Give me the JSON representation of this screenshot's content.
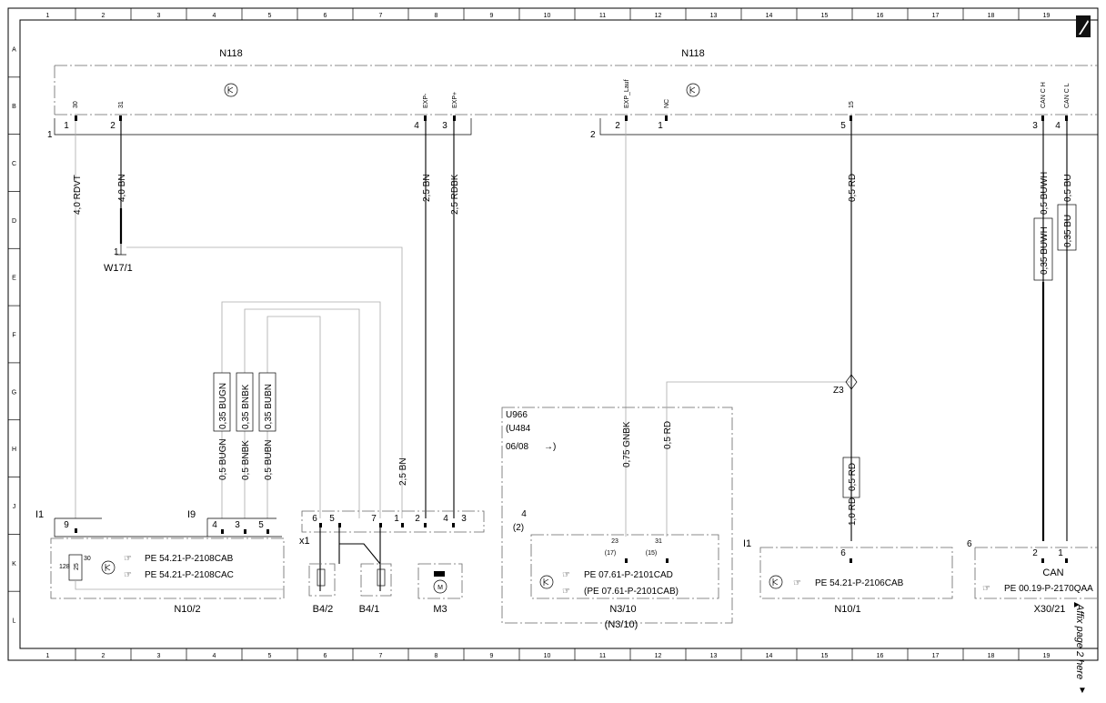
{
  "grid": {
    "columns": [
      "1",
      "2",
      "3",
      "4",
      "5",
      "6",
      "7",
      "8",
      "9",
      "10",
      "11",
      "12",
      "13",
      "14",
      "15",
      "16",
      "17",
      "18",
      "19"
    ],
    "rows": [
      "A",
      "B",
      "C",
      "D",
      "E",
      "F",
      "G",
      "H",
      "J",
      "K",
      "L"
    ]
  },
  "modules": {
    "n118_left": "N118",
    "n118_right": "N118",
    "connector_left": "1",
    "connector_right": "2"
  },
  "pins_left": [
    {
      "num": "1",
      "sig": "30"
    },
    {
      "num": "2",
      "sig": "31"
    },
    {
      "num": "4",
      "sig": "EXP-"
    },
    {
      "num": "3",
      "sig": "EXP+"
    }
  ],
  "pins_right": [
    {
      "num": "2",
      "sig": "EXP_Lauf"
    },
    {
      "num": "1",
      "sig": "NC"
    },
    {
      "num": "5",
      "sig": "15"
    },
    {
      "num": "3",
      "sig": "CAN C H"
    },
    {
      "num": "4",
      "sig": "CAN C L"
    }
  ],
  "wires": {
    "w1": "4,0 RDVT",
    "w2": "4,0 BN",
    "w3": "2,5 BN",
    "w4": "2,5 RDBK",
    "w5": "0,5 RD",
    "w6": "0,5 BUWH",
    "w7": "0,5 BU",
    "w8": "0,35 BUWH",
    "w9": "0,35 BU",
    "g1": "0,35 BUGN",
    "g2": "0,35 BNBK",
    "g3": "0,35 BUBN",
    "h1": "0,5 BUGN",
    "h2": "0,5 BNBK",
    "h3": "0,5 BUBN",
    "j1": "2,5 BN",
    "h4": "0,75 GNBK",
    "h5": "0,5 RD",
    "j5": "0,5 RD",
    "j6": "1,0 RD"
  },
  "ground": {
    "pin": "1",
    "label": "W17/1"
  },
  "splice": "Z3",
  "u966": {
    "line1": "U966",
    "line2": "(U484",
    "line3": "06/08",
    "line4": "→)",
    "num": "4",
    "num2": "(2)"
  },
  "components": {
    "n10_2": {
      "label": "N10/2",
      "conn": "I1",
      "pin": "9",
      "pin2": "128",
      "fuse": "25",
      "fuse_pin": "30",
      "ref1": "PE 54.21-P-2108CAB",
      "ref2": "PE 54.21-P-2108CAC"
    },
    "i9": {
      "label": "I9",
      "pins": [
        "4",
        "3",
        "5"
      ]
    },
    "x1": {
      "label": "x1",
      "pins": [
        "6",
        "5",
        "7",
        "1",
        "2",
        "4",
        "3"
      ]
    },
    "b4_2": "B4/2",
    "b4_1": "B4/1",
    "m3": "M3",
    "motor": "M",
    "n3_10": {
      "label": "N3/10",
      "label2": "(N3/10)",
      "p1": "23",
      "p1b": "(17)",
      "p2": "31",
      "p2b": "(15)",
      "ref1": "PE 07.61-P-2101CAD",
      "ref2": "(PE 07.61-P-2101CAB)"
    },
    "n10_1": {
      "label": "N10/1",
      "conn": "I1",
      "pin": "6",
      "ref": "PE 54.21-P-2106CAB"
    },
    "x30_21": {
      "label": "X30/21",
      "pin": "6",
      "p1": "2",
      "p2": "1",
      "can": "CAN",
      "ref": "PE 00.19-P-2170QAA"
    }
  },
  "affix": "Affix page 2 here",
  "arrow_up": "▲",
  "arrow_down": "▼"
}
